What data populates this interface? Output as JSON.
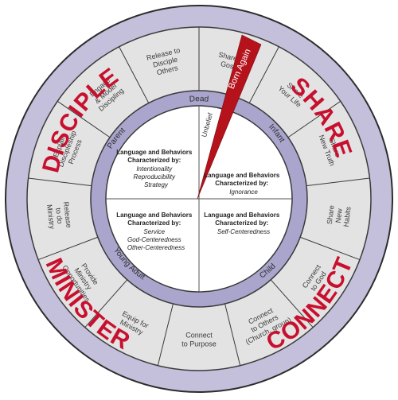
{
  "outer_labels": {
    "disciple": "DISCIPLE",
    "share": "SHARE",
    "minister": "MINISTER",
    "connect": "CONNECT"
  },
  "segments": [
    [
      "Share the",
      "Gospel"
    ],
    [
      "Share",
      "Your Life"
    ],
    [
      "Share",
      "New Truth"
    ],
    [
      "Share",
      "New",
      "Habits"
    ],
    [
      "Connect",
      "to God"
    ],
    [
      "Connect",
      "to Others",
      "(Church, group)"
    ],
    [
      "Connect",
      "to Purpose"
    ],
    [
      "Equip for",
      "Ministry"
    ],
    [
      "Provide",
      "Ministry",
      "Opportunities"
    ],
    [
      "Release",
      "to do",
      "Ministry"
    ],
    [
      "Explain",
      "Discipleship",
      "Process"
    ],
    [
      "Engage",
      "& Model",
      "Discipling"
    ],
    [
      "Release to",
      "Disciple",
      "Others"
    ]
  ],
  "stages": {
    "dead": "Dead",
    "infant": "Infant",
    "child": "Child",
    "young_adult": "Young Adult",
    "parent": "Parent"
  },
  "wedge": {
    "born_again": "Born Again",
    "unbelief": "Unbelief"
  },
  "quadrants": {
    "top_right": [
      "Language and Behaviors",
      "Characterized by:",
      "Ignorance"
    ],
    "top_left": [
      "Language and Behaviors",
      "Characterized by:",
      "Intentionality",
      "Reproducibility",
      "Strategy"
    ],
    "bottom_right": [
      "Language and Behaviors",
      "Characterized by:",
      "Self-Centeredness"
    ],
    "bottom_left": [
      "Language and Behaviors",
      "Characterized by:",
      "Service",
      "God-Centeredness",
      "Other-Centeredness"
    ]
  },
  "colors": {
    "outer_ring": "#c4c0db",
    "segment_fill": "#e3e3e3",
    "stage_ring": "#a9a5cc",
    "accent_red": "#c8102e",
    "wedge_red": "#b5121b",
    "text": "#333333"
  }
}
